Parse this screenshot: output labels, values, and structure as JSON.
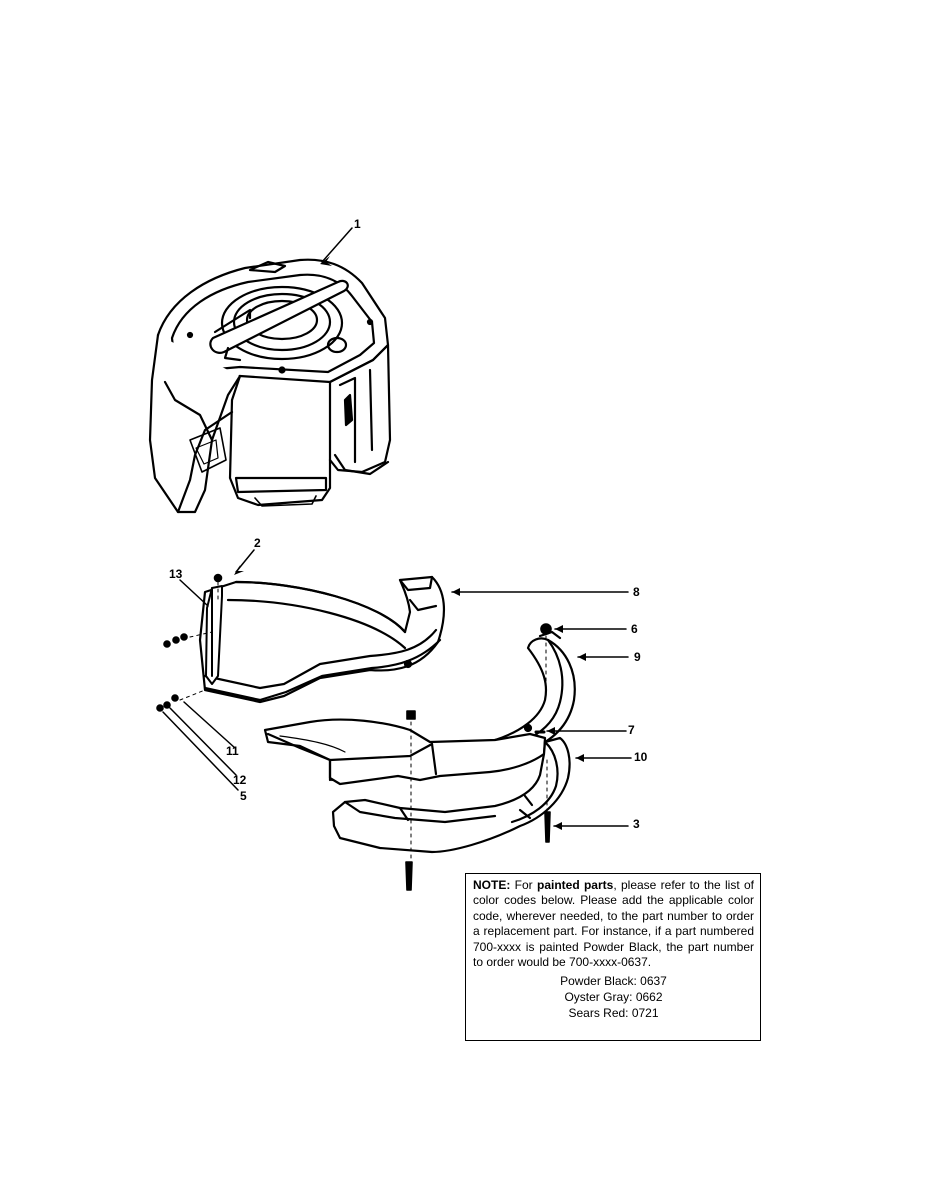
{
  "callouts": [
    "1",
    "2",
    "13",
    "8",
    "6",
    "9",
    "7",
    "10",
    "11",
    "12",
    "5",
    "3"
  ],
  "note": {
    "label": "NOTE:",
    "t1": " For ",
    "bold": "painted parts",
    "t2": ", please refer to the list of color codes below.  Please add the applicable color code, wherever needed, to the part number to order a replacement part.  For instance, if a part numbered 700-xxxx is painted Powder Black, the part number to order would be 700-xxxx-0637.",
    "colors": [
      "Powder Black: 0637",
      "Oyster Gray: 0662",
      "Sears Red: 0721"
    ]
  }
}
